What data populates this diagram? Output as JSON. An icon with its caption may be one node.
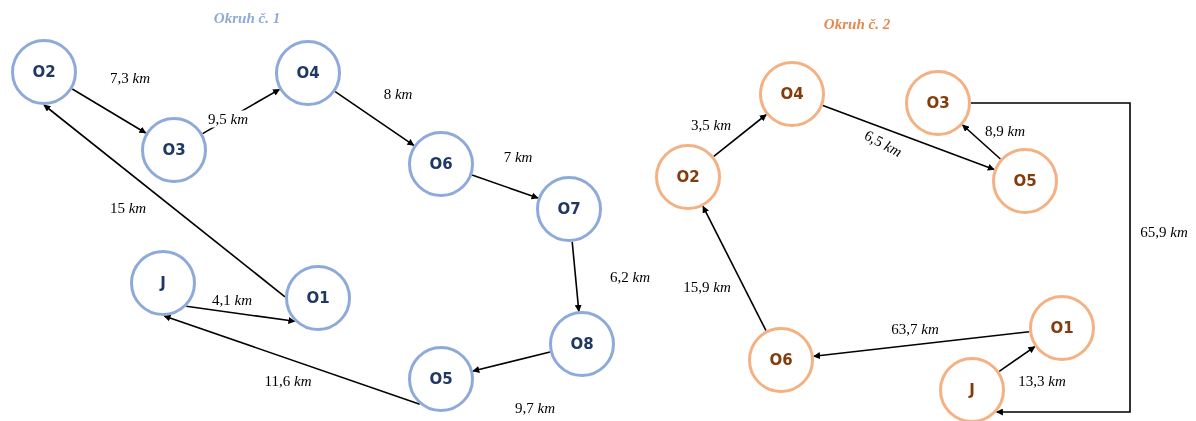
{
  "diagram": {
    "nodes": [
      {
        "text": [
          "O2"
        ]
      },
      {
        "text": [
          "O4"
        ]
      },
      {
        "text": [
          "O3"
        ]
      },
      {
        "text": [
          "O6"
        ]
      },
      {
        "text": [
          "O7"
        ]
      },
      {
        "text": [
          "J"
        ]
      },
      {
        "text": [
          "O1"
        ]
      },
      {
        "text": [
          "O8"
        ]
      },
      {
        "text": [
          "O5"
        ]
      },
      {
        "text": [
          "O4"
        ]
      },
      {
        "text": [
          "O3"
        ]
      },
      {
        "text": [
          "O2"
        ]
      },
      {
        "text": [
          "O5"
        ]
      },
      {
        "text": [
          "O1"
        ]
      },
      {
        "text": [
          "O6"
        ]
      },
      {
        "text": [
          "J"
        ]
      }
    ],
    "edges": [
      {
        "from": 0,
        "to": 2,
        "arrow": "to",
        "label": "7,3 *km*"
      },
      {
        "from": 2,
        "to": 1,
        "arrow": "to",
        "label": "9,5 *km*"
      },
      {
        "from": 1,
        "to": 3,
        "arrow": "to",
        "label": "8 *km*"
      },
      {
        "from": 3,
        "to": 4,
        "arrow": "to",
        "label": "7 *km*"
      },
      {
        "from": 4,
        "to": 7,
        "arrow": "to",
        "label": "6,2 *km*"
      },
      {
        "from": 7,
        "to": 8,
        "arrow": "to",
        "label": "9,7 *km*"
      },
      {
        "from": 8,
        "to": 5,
        "arrow": "to",
        "label": "11,6 *km*"
      },
      {
        "from": 5,
        "to": 6,
        "arrow": "to",
        "label": "4,1 *km*"
      },
      {
        "from": 6,
        "to": 0,
        "arrow": "to",
        "label": "15 *km*"
      },
      {
        "from": 11,
        "to": 9,
        "arrow": "to",
        "label": "3,5 *km*"
      },
      {
        "from": 9,
        "to": 12,
        "arrow": "to",
        "label": "6,5 *km*"
      },
      {
        "from": 12,
        "to": 10,
        "arrow": "to",
        "label": "8,9 *km*"
      },
      {
        "from": 10,
        "to": 15,
        "arrow": "to",
        "label": "65,9 *km*"
      },
      {
        "from": 15,
        "to": 13,
        "arrow": "to",
        "label": "13,3 *km*"
      },
      {
        "from": 13,
        "to": 14,
        "arrow": "to",
        "label": "63,7 *km*"
      },
      {
        "from": 14,
        "to": 11,
        "arrow": "to",
        "label": "15,9 *km*"
      }
    ],
    "labels": [
      "Okruh č. 1",
      "Okruh č. 2"
    ]
  }
}
